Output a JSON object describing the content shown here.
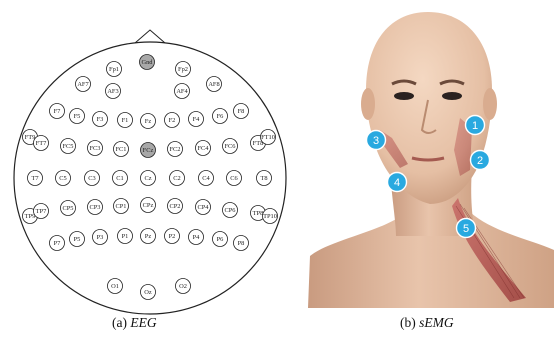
{
  "panel_a": {
    "caption_prefix": "(a) ",
    "caption_title": "EEG",
    "colors": {
      "outline": "#222222",
      "electrode_fill": "#ffffff",
      "highlight_fill": "#a8a8a8"
    },
    "electrodes": [
      {
        "label": "Gnd",
        "highlight": true
      },
      {
        "label": "Fp1"
      },
      {
        "label": "Fp2"
      },
      {
        "label": "AF7"
      },
      {
        "label": "AF3"
      },
      {
        "label": "AF4"
      },
      {
        "label": "AF8"
      },
      {
        "label": "F7"
      },
      {
        "label": "F5"
      },
      {
        "label": "F3"
      },
      {
        "label": "F1"
      },
      {
        "label": "Fz"
      },
      {
        "label": "F2"
      },
      {
        "label": "F4"
      },
      {
        "label": "F6"
      },
      {
        "label": "F8"
      },
      {
        "label": "FT9"
      },
      {
        "label": "FT7"
      },
      {
        "label": "FC5"
      },
      {
        "label": "FC3"
      },
      {
        "label": "FC1"
      },
      {
        "label": "FCz",
        "highlight": true
      },
      {
        "label": "FC2"
      },
      {
        "label": "FC4"
      },
      {
        "label": "FC6"
      },
      {
        "label": "FT8"
      },
      {
        "label": "FT10"
      },
      {
        "label": "T7"
      },
      {
        "label": "C5"
      },
      {
        "label": "C3"
      },
      {
        "label": "C1"
      },
      {
        "label": "Cz"
      },
      {
        "label": "C2"
      },
      {
        "label": "C4"
      },
      {
        "label": "C6"
      },
      {
        "label": "T8"
      },
      {
        "label": "TP9"
      },
      {
        "label": "TP7"
      },
      {
        "label": "CP5"
      },
      {
        "label": "CP3"
      },
      {
        "label": "CP1"
      },
      {
        "label": "CPz"
      },
      {
        "label": "CP2"
      },
      {
        "label": "CP4"
      },
      {
        "label": "CP6"
      },
      {
        "label": "TP8"
      },
      {
        "label": "TP10"
      },
      {
        "label": "P7"
      },
      {
        "label": "P5"
      },
      {
        "label": "P3"
      },
      {
        "label": "P1"
      },
      {
        "label": "Pz"
      },
      {
        "label": "P2"
      },
      {
        "label": "P4"
      },
      {
        "label": "P6"
      },
      {
        "label": "P8"
      },
      {
        "label": "O1"
      },
      {
        "label": "Oz"
      },
      {
        "label": "O2"
      }
    ]
  },
  "panel_b": {
    "caption_prefix": "(b) ",
    "caption_title": "sEMG",
    "colors": {
      "marker": "#29a9e0",
      "marker_ring": "#ffffff",
      "skin": "#e9c7ad",
      "muscle": "#b8524f"
    },
    "markers": [
      "1",
      "2",
      "3",
      "4",
      "5"
    ]
  }
}
